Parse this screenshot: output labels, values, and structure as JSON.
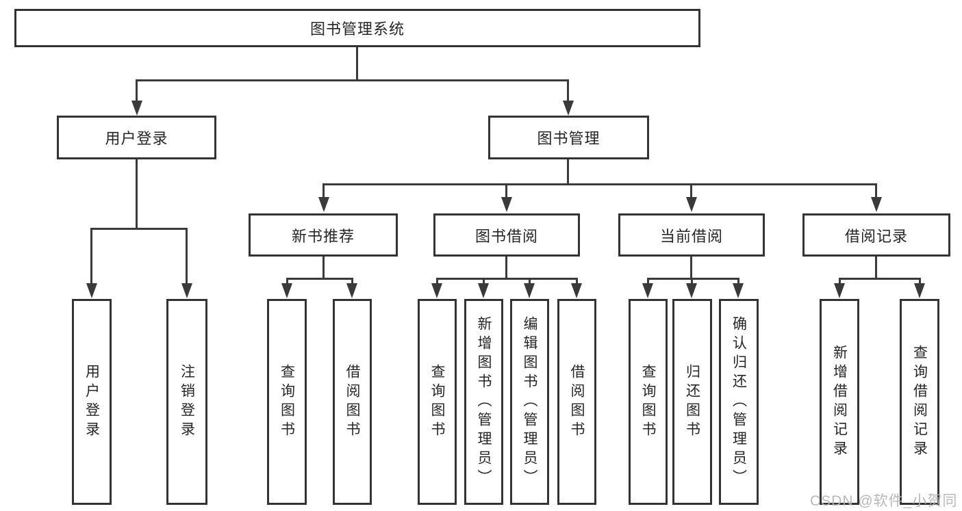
{
  "diagram": {
    "title": "图书管理系统",
    "nodes": {
      "root": "图书管理系统",
      "l2": [
        "用户登录",
        "图书管理"
      ],
      "l3": [
        "新书推荐",
        "图书借阅",
        "当前借阅",
        "借阅记录"
      ],
      "leaves_user": [
        "用户登录",
        "注销登录"
      ],
      "leaves_newbook": [
        "查询图书",
        "借阅图书"
      ],
      "leaves_borrow": [
        "查询图书",
        "新增图书（管理员）",
        "编辑图书（管理员）",
        "借阅图书"
      ],
      "leaves_current": [
        "查询图书",
        "归还图书",
        "确认归还（管理员）"
      ],
      "leaves_records": [
        "新增借阅记录",
        "查询借阅记录"
      ]
    },
    "colors": {
      "line": "#3a3a3a",
      "border": "#333333",
      "text": "#262626",
      "watermark": "#b5b5b5"
    },
    "watermark": "CSDN @软件_小贺同学"
  }
}
